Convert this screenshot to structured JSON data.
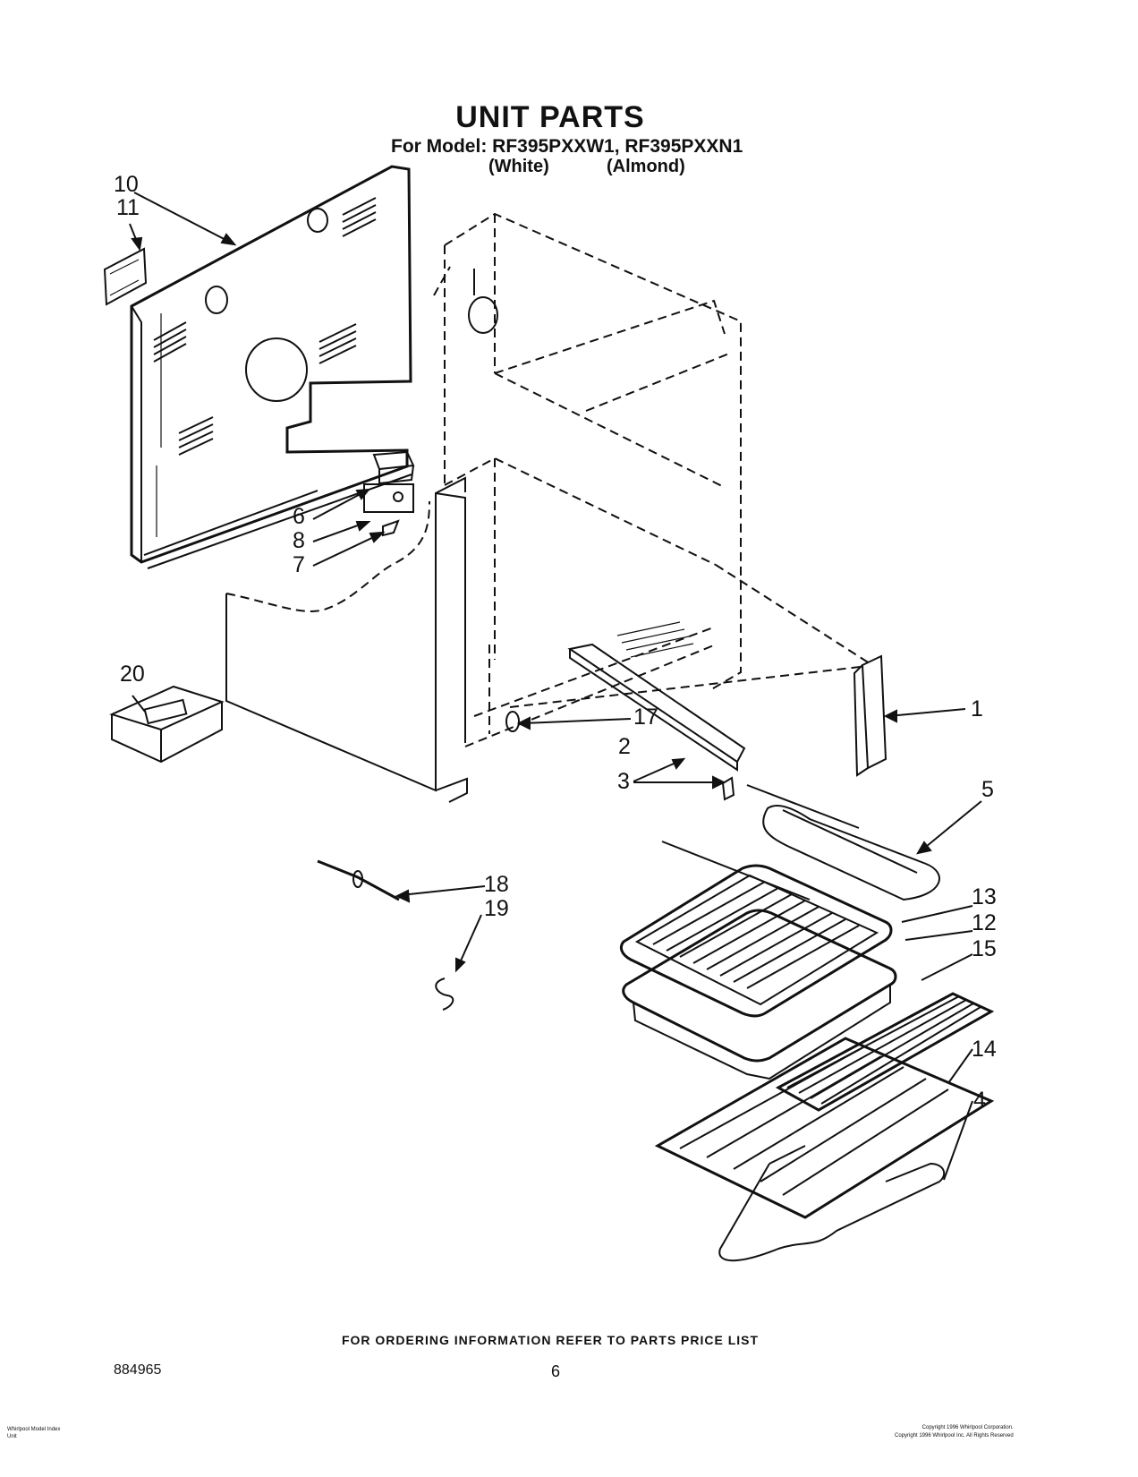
{
  "header": {
    "title": "UNIT PARTS",
    "model_line": "For Model: RF395PXXW1, RF395PXXN1",
    "color_white": "(White)",
    "color_almond": "(Almond)"
  },
  "callouts": [
    "10",
    "11",
    "6",
    "8",
    "7",
    "20",
    "1",
    "17",
    "2",
    "3",
    "5",
    "18",
    "19",
    "13",
    "12",
    "15",
    "14",
    "4"
  ],
  "footer": {
    "ordering_note": "FOR ORDERING INFORMATION REFER TO PARTS PRICE LIST",
    "document_number": "884965",
    "page_number": "6",
    "fine_print_left": [
      "Whirlpool Model Index",
      "Unit"
    ],
    "fine_print_right": [
      "Copyright 1996 Whirlpool Corporation.",
      "Copyright 1996 Whirlpool Inc. All Rights Reserved"
    ]
  }
}
